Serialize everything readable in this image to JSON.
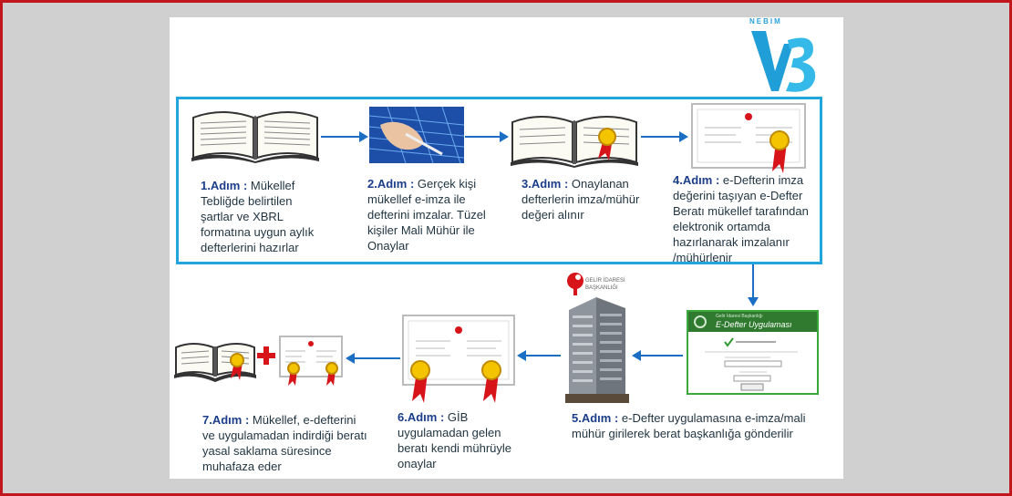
{
  "logo": {
    "brand": "NEBIM",
    "text": "V3"
  },
  "steps": [
    {
      "number": "1.Adım",
      "sep": " : ",
      "text": "Mükellef Tebliğde belirtilen şartlar ve XBRL formatına uygun aylık defterlerini hazırlar"
    },
    {
      "number": "2.Adım",
      "sep": " : ",
      "text": "Gerçek kişi mükellef e-imza ile defterini imzalar. Tüzel kişiler Mali Mühür ile Onaylar"
    },
    {
      "number": "3.Adım",
      "sep": " : ",
      "text": "Onaylanan defterlerin imza/mühür değeri alınır"
    },
    {
      "number": "4.Adım",
      "sep": " : ",
      "text": "e-Defterin imza değerini taşıyan e-Defter Beratı mükellef tarafından elektronik ortamda hazırlanarak imzalanır /mühürlenir"
    },
    {
      "number": "5.Adım",
      "sep": " : ",
      "text": "e-Defter uygulamasına e-imza/mali mühür girilerek berat başkanlığa gönderilir"
    },
    {
      "number": "6.Adım",
      "sep": " : ",
      "text": "GİB uygulamadan gelen beratı kendi mührüyle onaylar"
    },
    {
      "number": "7.Adım",
      "sep": " : ",
      "text": "Mükellef, e-defterini ve uygulamadan indirdiği beratı yasal saklama süresince muhafaza eder"
    }
  ],
  "gib_logo": {
    "line1": "GELİR İDARESİ",
    "line2": "BAŞKANLIĞI"
  },
  "app_window": {
    "subtitle": "Gelir İdaresi Başkanlığı",
    "title": "E-Defter Uygulaması"
  },
  "colors": {
    "frame": "#c0161c",
    "box": "#21a5dc",
    "arrow": "#1a6fc4",
    "seal": "#d7141a",
    "step_label": "#1b3e8a"
  }
}
